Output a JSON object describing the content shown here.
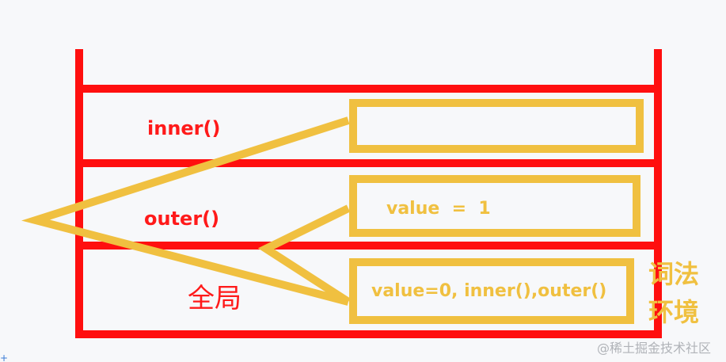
{
  "stack_frames": [
    {
      "label": "inner()",
      "env_value": ""
    },
    {
      "label": "outer()",
      "env_value": "value  =  1"
    },
    {
      "label": "全局",
      "env_value": "value=0, inner(),outer()"
    }
  ],
  "lexical_env_label_line1": "词法",
  "lexical_env_label_line2": "环境",
  "watermark": "@稀土掘金技术社区",
  "colors": {
    "stack": "#ff0f0f",
    "environment": "#f0c040",
    "background": "#f7f8fa"
  }
}
